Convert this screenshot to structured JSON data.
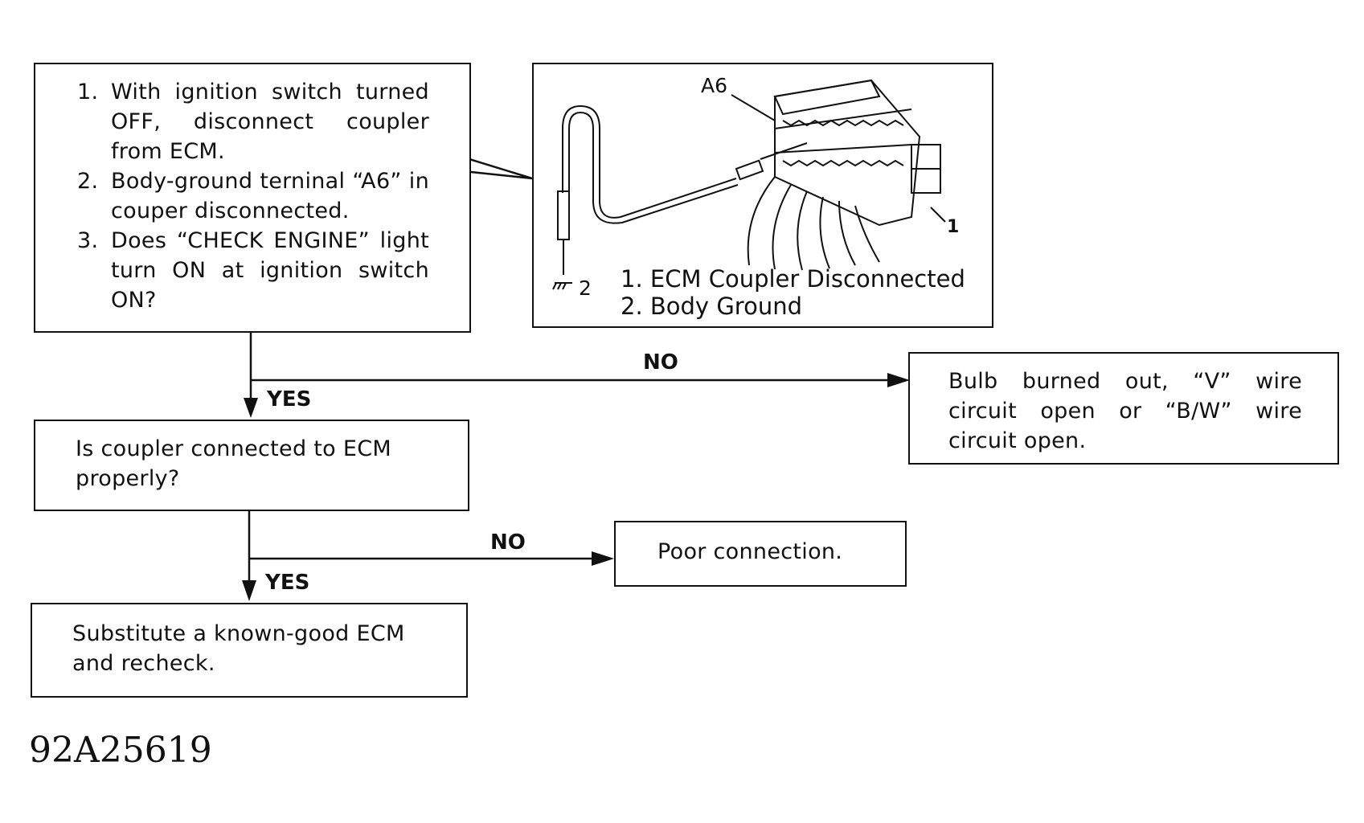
{
  "step1": {
    "items": [
      {
        "num": "1.",
        "text": "With ignition switch turned OFF, disconnect coupler from ECM."
      },
      {
        "num": "2.",
        "text": "Body-ground terninal “A6” in couper disconnected."
      },
      {
        "num": "3.",
        "text": "Does “CHECK ENGINE” light turn ON at ignition switch ON?"
      }
    ]
  },
  "illustration": {
    "callout_a6": "A6",
    "callout_1": "1",
    "callout_2": "2",
    "legend": [
      "1. ECM Coupler Disconnected",
      "2. Body Ground"
    ]
  },
  "branch1": {
    "no_label": "NO",
    "yes_label": "YES"
  },
  "result_no1": "Bulb burned out, “V” wire circuit open or “B/W” wire circuit open.",
  "step2": "Is coupler connected to ECM properly?",
  "branch2": {
    "no_label": "NO",
    "yes_label": "YES"
  },
  "result_no2": "Poor connection.",
  "step3": "Substitute a known-good ECM and recheck.",
  "figure_id": "92A25619"
}
